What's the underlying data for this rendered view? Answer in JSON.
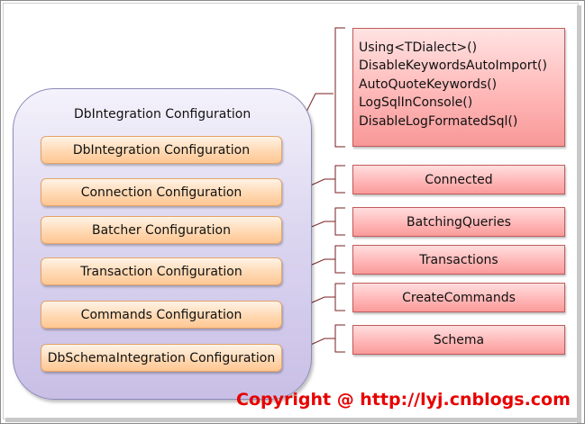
{
  "group": {
    "title": "DbIntegration Configuration"
  },
  "configs": [
    {
      "label": "DbIntegration Configuration"
    },
    {
      "label": "Connection Configuration"
    },
    {
      "label": "Batcher Configuration"
    },
    {
      "label": "Transaction Configuration"
    },
    {
      "label": "Commands Configuration"
    },
    {
      "label": "DbSchemaIntegration Configuration"
    }
  ],
  "methods": [
    "Using<TDialect>()",
    "DisableKeywordsAutoImport()",
    "AutoQuoteKeywords()",
    "LogSqlInConsole()",
    "DisableLogFormatedSql()"
  ],
  "features": [
    {
      "label": "Connected"
    },
    {
      "label": "BatchingQueries"
    },
    {
      "label": "Transactions"
    },
    {
      "label": "CreateCommands"
    },
    {
      "label": "Schema"
    }
  ],
  "copyright": "Copyright @ http://lyj.cnblogs.com",
  "colors": {
    "group_fill": "#dcd6f0",
    "config_fill": "#ffd9b3",
    "feature_fill": "#ffb4b4",
    "copyright": "#e80000"
  }
}
